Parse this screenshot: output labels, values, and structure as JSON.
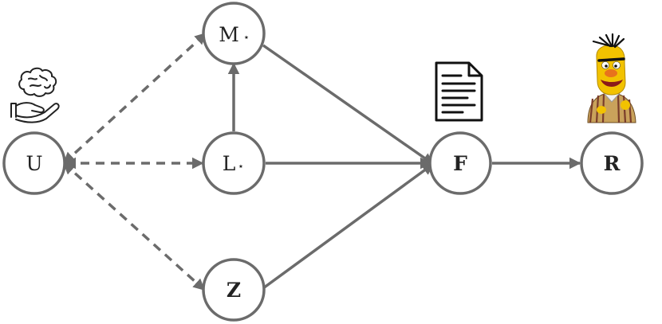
{
  "colors": {
    "stroke": "#6b6b6b",
    "text": "#222222",
    "background": "#ffffff"
  },
  "nodes": {
    "U": {
      "letter": "U"
    },
    "M": {
      "letter": "M",
      "mark": "⋆"
    },
    "L": {
      "letter": "L",
      "mark": "⋆"
    },
    "Z": {
      "letter": "Z"
    },
    "F": {
      "letter": "F"
    },
    "R": {
      "letter": "R"
    }
  },
  "icons": {
    "above_U": "brain-in-hand-icon",
    "above_F": "document-icon",
    "above_R": "puppet-character-icon"
  },
  "edges": [
    {
      "from": "U",
      "to": "M",
      "style": "dashed"
    },
    {
      "from": "U",
      "to": "L",
      "style": "dashed"
    },
    {
      "from": "U",
      "to": "Z",
      "style": "dashed"
    },
    {
      "from": "L",
      "to": "M",
      "style": "solid"
    },
    {
      "from": "M",
      "to": "F",
      "style": "solid"
    },
    {
      "from": "L",
      "to": "F",
      "style": "solid"
    },
    {
      "from": "Z",
      "to": "F",
      "style": "solid"
    },
    {
      "from": "F",
      "to": "R",
      "style": "solid"
    }
  ]
}
